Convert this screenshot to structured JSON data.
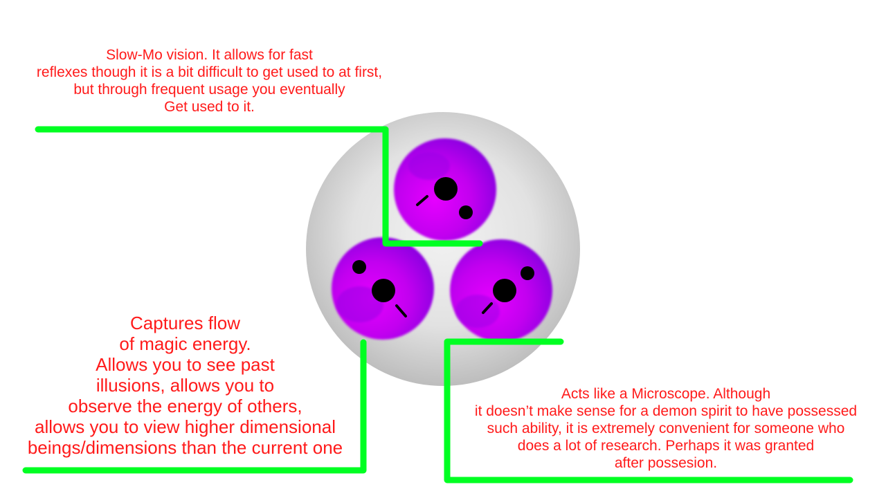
{
  "annotations": {
    "slow_mo": "Slow-Mo vision. It allows for fast\nreflexes though it is a bit difficult to get used to at first,\nbut through frequent usage you eventually\nGet used to it.",
    "magic_flow": "Captures flow\nof magic energy.\nAllows you to see past\nillusions, allows you to\nobserve the energy of others,\nallows you to view higher dimensional\nbeings/dimensions than the current one",
    "microscope": "Acts like a Microscope. Although\nit doesn’t make sense for a demon spirit to have possessed\nsuch ability, it is extremely convenient for someone who\ndoes a lot of research. Perhaps it was granted\nafter possesion."
  },
  "colors": {
    "text": "#ff1a1a",
    "callout_line": "#00ff22",
    "orb_shell": "#dcdcdc",
    "eye_violet": "#9a00e6",
    "eye_magenta": "#e600ff",
    "pupil": "#000000"
  }
}
